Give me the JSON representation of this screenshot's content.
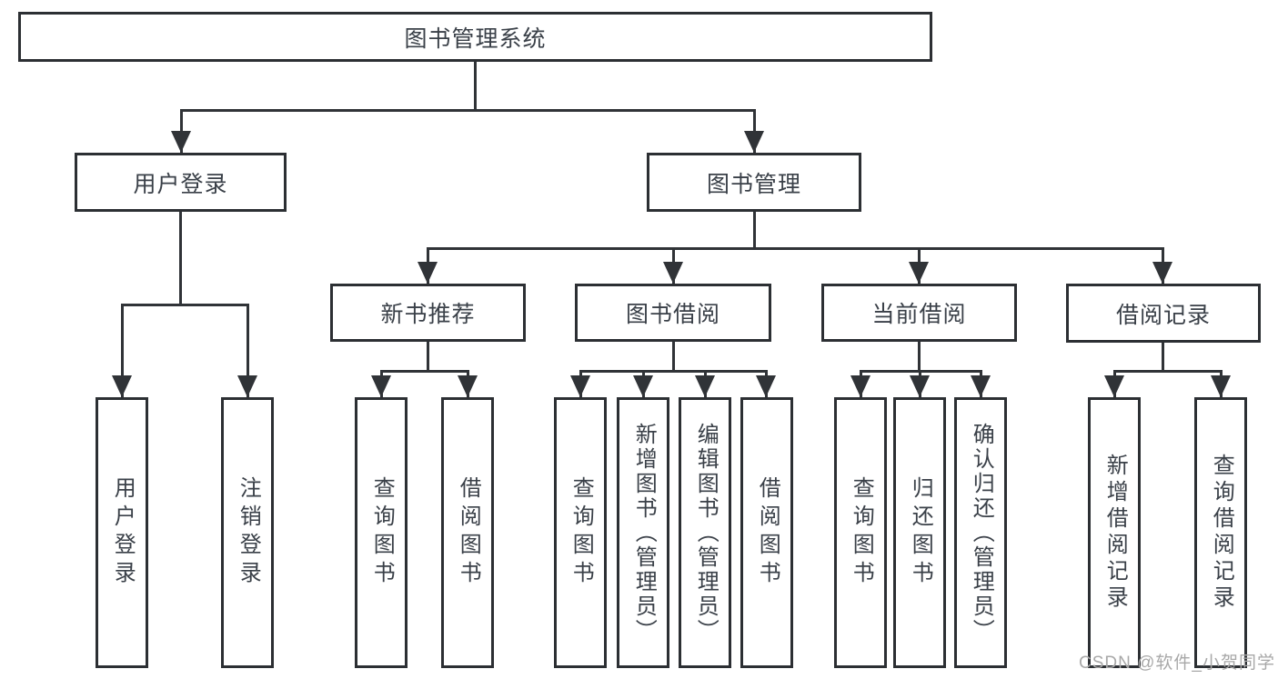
{
  "diagram": {
    "type": "tree",
    "title_node": {
      "label": "图书管理系统"
    },
    "level2": [
      {
        "id": "user-login",
        "label": "用户登录",
        "parent": "图书管理系统"
      },
      {
        "id": "book-management",
        "label": "图书管理",
        "parent": "图书管理系统"
      }
    ],
    "level3": [
      {
        "id": "new-book-recommendation",
        "label": "新书推荐",
        "parent": "图书管理"
      },
      {
        "id": "book-borrowing",
        "label": "图书借阅",
        "parent": "图书管理"
      },
      {
        "id": "current-borrowing",
        "label": "当前借阅",
        "parent": "图书管理"
      },
      {
        "id": "borrowing-records",
        "label": "借阅记录",
        "parent": "图书管理"
      }
    ],
    "leaves": [
      {
        "label": "用户登录",
        "parent": "用户登录"
      },
      {
        "label": "注销登录",
        "parent": "用户登录"
      },
      {
        "label": "查询图书",
        "parent": "新书推荐"
      },
      {
        "label": "借阅图书",
        "parent": "新书推荐"
      },
      {
        "label": "查询图书",
        "parent": "图书借阅"
      },
      {
        "label": "新增图书（管理员）",
        "parent": "图书借阅"
      },
      {
        "label": "编辑图书（管理员）",
        "parent": "图书借阅"
      },
      {
        "label": "借阅图书",
        "parent": "图书借阅"
      },
      {
        "label": "查询图书",
        "parent": "当前借阅"
      },
      {
        "label": "归还图书",
        "parent": "当前借阅"
      },
      {
        "label": "确认归还（管理员）",
        "parent": "当前借阅"
      },
      {
        "label": "新增借阅记录",
        "parent": "借阅记录"
      },
      {
        "label": "查询借阅记录",
        "parent": "借阅记录"
      }
    ],
    "watermark": {
      "text": "CSDN @软件_小贺同学"
    },
    "colors": {
      "background": "#ffffff",
      "box_border": "#2c2f33",
      "connector_line": "#303337",
      "text": "#3a4048",
      "watermark": "#a8a8a8"
    }
  }
}
